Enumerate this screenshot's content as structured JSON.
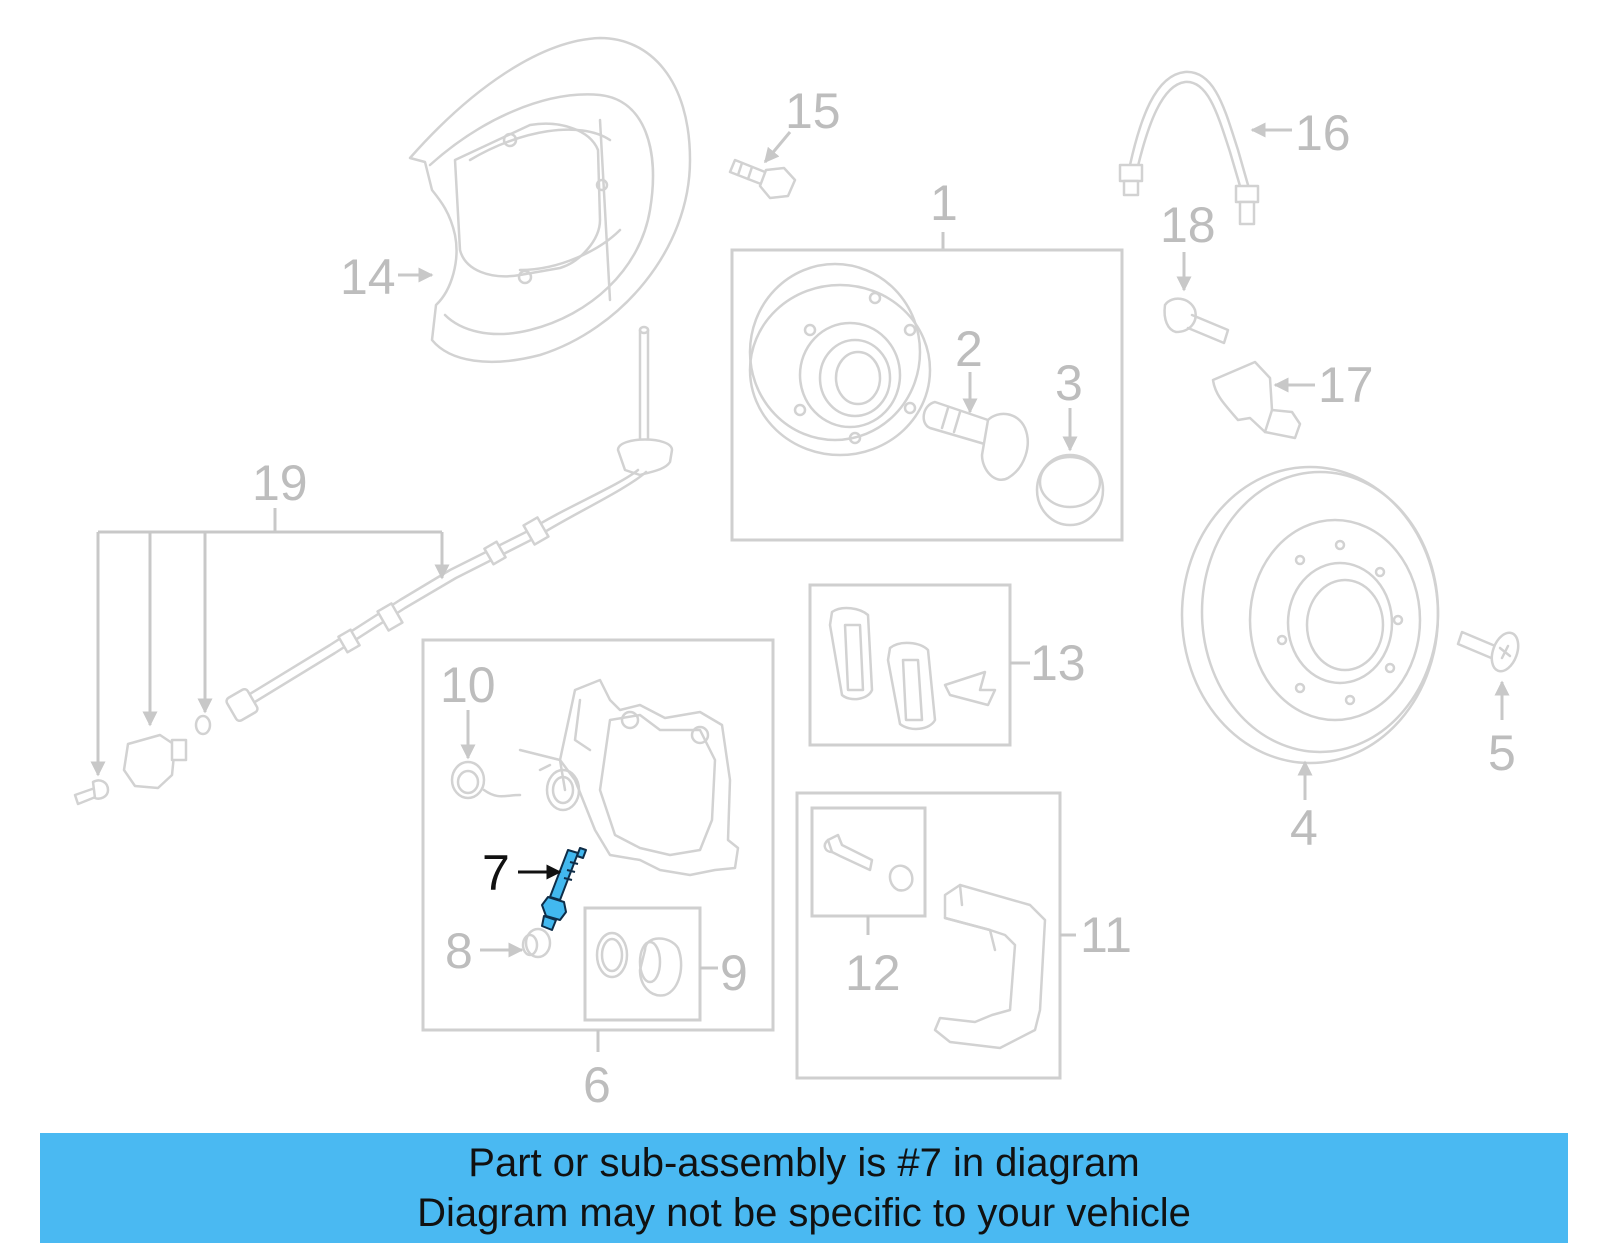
{
  "callouts": {
    "c1": "1",
    "c2": "2",
    "c3": "3",
    "c4": "4",
    "c5": "5",
    "c6": "6",
    "c7": "7",
    "c8": "8",
    "c9": "9",
    "c10": "10",
    "c11": "11",
    "c12": "12",
    "c13": "13",
    "c14": "14",
    "c15": "15",
    "c16": "16",
    "c17": "17",
    "c18": "18",
    "c19": "19"
  },
  "highlighted_part": "7",
  "colors": {
    "highlight": "#42b8ef",
    "banner": "#4ab9f2",
    "line_art": "#d2d2d2"
  },
  "banner": {
    "line1": "Part or sub-assembly is #7 in diagram",
    "line2": "Diagram may not be specific to your vehicle"
  }
}
